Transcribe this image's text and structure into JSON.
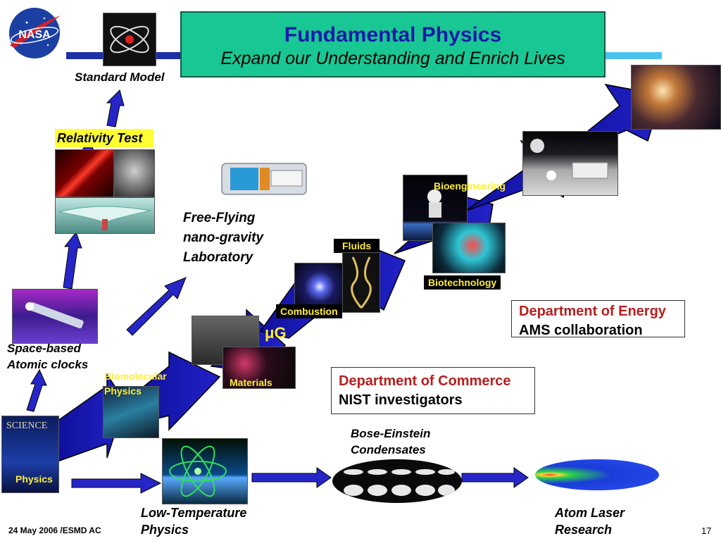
{
  "header": {
    "logo_text": "NASA",
    "title": "Fundamental Physics",
    "subtitle": "Expand our Understanding and Enrich Lives"
  },
  "labels": {
    "standard_model": "Standard Model",
    "relativity_test": "Relativity Test",
    "free_flying_1": "Free-Flying",
    "free_flying_2": "nano-gravity",
    "free_flying_3": "Laboratory",
    "space_clocks_1": "Space-based",
    "space_clocks_2": "Atomic clocks",
    "biomolecular_1": "Biomolecular",
    "biomolecular_2": "Physics",
    "physics": "Physics",
    "materials": "Materials",
    "micro_g": "μG",
    "combustion": "Combustion",
    "fluids": "Fluids",
    "bioengineering": "Bioengineering",
    "biotechnology": "Biotechnology",
    "bec_1": "Bose-Einstein",
    "bec_2": "Condensates",
    "low_temp_1": "Low-Temperature",
    "low_temp_2": "Physics",
    "atom_laser_1": "Atom Laser",
    "atom_laser_2": "Research",
    "science_cover": "SCIENCE"
  },
  "partners": {
    "doe_org": "Department of Energy",
    "doe_who": "AMS collaboration",
    "doc_org": "Department of Commerce",
    "doc_who": "NIST investigators"
  },
  "footer": {
    "left": "24 May 2006 /ESMD AC",
    "page_number": "17"
  },
  "colors": {
    "arrow_blue": "#1616b4",
    "title_green": "#19c795",
    "label_yellow": "#ffee33",
    "org_red": "#b81e1e"
  }
}
